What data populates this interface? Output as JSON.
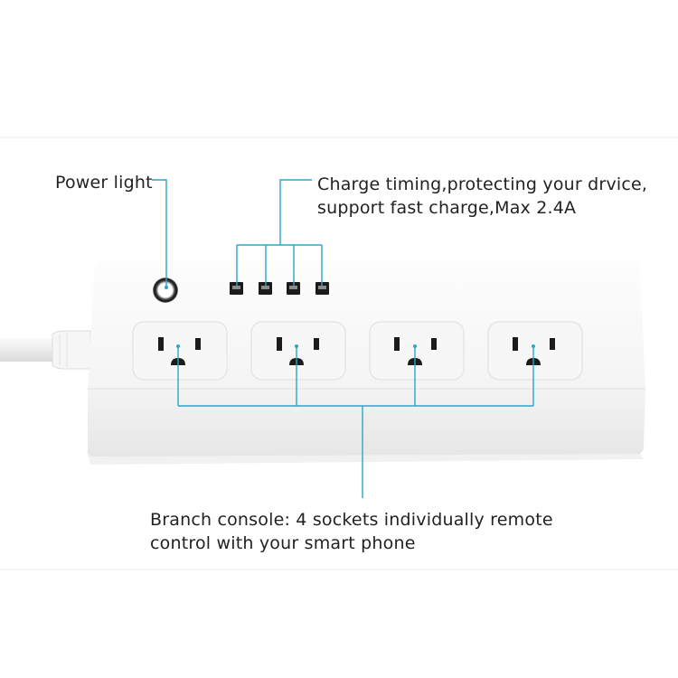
{
  "annotations": {
    "power_light": "Power light",
    "usb_line1": "Charge timing,protecting your drvice,",
    "usb_line2": "support fast charge,Max 2.4A",
    "branch_line1": "Branch console: 4 sockets individually remote",
    "branch_line2": "control with your smart phone"
  },
  "colors": {
    "callout_line": "#2aa6c9",
    "strip_top": "#fbfbfb",
    "strip_front": "#f1f1f1",
    "socket_face": "#f7f7f7",
    "slot": "#1b1b1b",
    "cord": "#f3f3f3"
  },
  "icons": [
    "power-button-icon",
    "usb-port-icon",
    "us-outlet-icon",
    "power-cord"
  ]
}
